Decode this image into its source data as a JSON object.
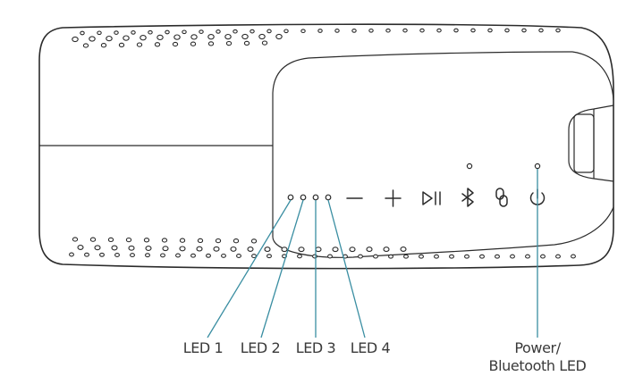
{
  "labels": {
    "led1": "LED 1",
    "led2": "LED 2",
    "led3": "LED 3",
    "led4": "LED 4",
    "power_line1": "Power/",
    "power_line2": "Bluetooth LED"
  },
  "buttons": [
    "minus-icon",
    "plus-icon",
    "play-pause-icon",
    "bluetooth-icon",
    "link-icon",
    "power-icon"
  ],
  "colors": {
    "leader": "#3a8ea2",
    "outline": "#2b2b2b"
  }
}
